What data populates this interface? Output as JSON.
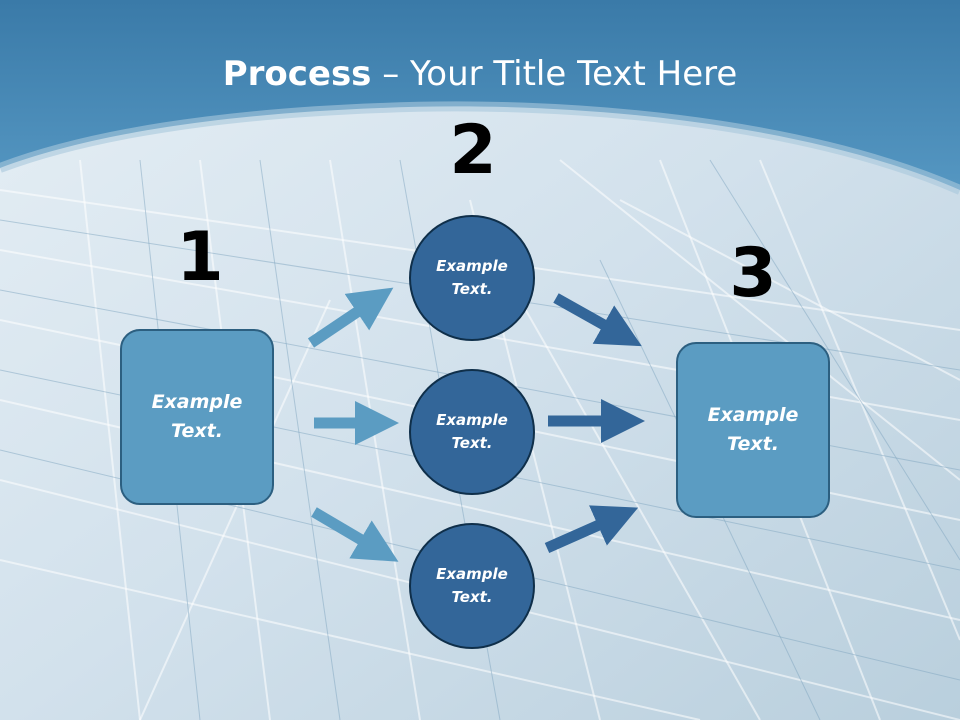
{
  "title": {
    "bold": "Process",
    "rest": " – Your Title Text Here"
  },
  "steps": [
    {
      "number": "1",
      "label": "Example Text."
    },
    {
      "number": "2"
    },
    {
      "number": "3",
      "label": "Example Text."
    }
  ],
  "circles": [
    {
      "label": "Example Text."
    },
    {
      "label": "Example Text."
    },
    {
      "label": "Example Text."
    }
  ],
  "colors": {
    "title_band": "#4a8fbb",
    "box_fill": "#5b9cc2",
    "circle_fill": "#336699",
    "arrow_light": "#5b9cc2",
    "arrow_dark": "#336699"
  }
}
